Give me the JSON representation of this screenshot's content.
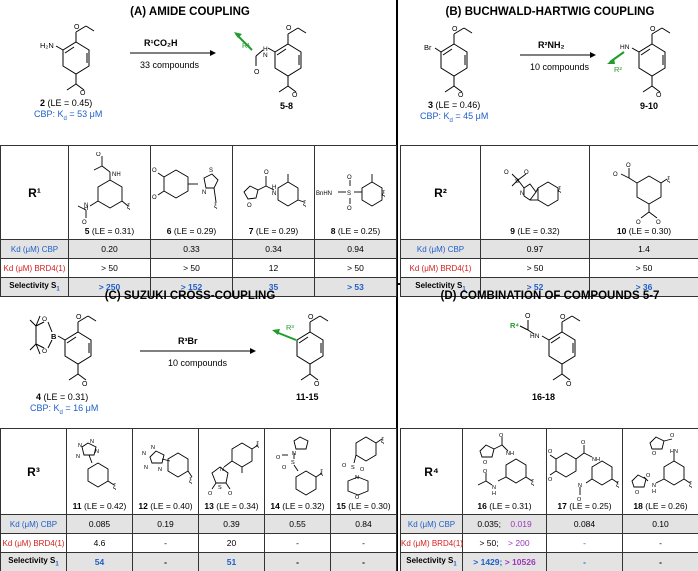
{
  "panel_a": {
    "title": "(A) AMIDE COUPLING",
    "reagent": "R¹CO₂H",
    "arrow_text": "33 compounds",
    "start_label_num": "2",
    "start_label_le": "(LE = 0.45)",
    "start_cbp": "CBP: K",
    "start_cbp_sub": "d",
    "start_cbp_val": "= 53 μM",
    "product_label": "5-8",
    "r_label": "R¹",
    "amine": "H₂N"
  },
  "panel_b": {
    "title": "(B) BUCHWALD-HARTWIG COUPLING",
    "reagent": "R²NH₂",
    "arrow_text": "10 compounds",
    "start_label_num": "3",
    "start_label_le": "(LE = 0.46)",
    "start_cbp": "CBP: K",
    "start_cbp_sub": "d",
    "start_cbp_val": "= 45 μM",
    "product_label": "9-10",
    "r_label": "R²",
    "halide": "Br",
    "nh": "HN"
  },
  "panel_c": {
    "title": "(C) SUZUKI CROSS-COUPLING",
    "reagent": "R³Br",
    "arrow_text": "10 compounds",
    "start_label_num": "4",
    "start_label_le": "(LE = 0.31)",
    "start_cbp": "CBP: K",
    "start_cbp_sub": "d",
    "start_cbp_val": "= 16 μM",
    "product_label": "11-15",
    "r_label": "R³",
    "boron": "B"
  },
  "panel_d": {
    "title": "(D) COMBINATION OF COMPOUNDS 5-7",
    "product_label": "16-18",
    "r_label": "R⁴",
    "nh": "HN"
  },
  "row_labels": {
    "kd_cbp": "Kd (μM) CBP",
    "kd_brd4": "Kd (μM) BRD4(1)",
    "selectivity": "Selectivity S",
    "selectivity_sub": "1"
  },
  "table_a": {
    "header": "R¹",
    "compounds": [
      {
        "num": "5",
        "le": "(LE = 0.31)",
        "cbp": "0.20",
        "brd4": "> 50",
        "sel": "> 250"
      },
      {
        "num": "6",
        "le": "(LE = 0.29)",
        "cbp": "0.33",
        "brd4": "> 50",
        "sel": "> 152"
      },
      {
        "num": "7",
        "le": "(LE = 0.29)",
        "cbp": "0.34",
        "brd4": "12",
        "sel": "35"
      },
      {
        "num": "8",
        "le": "(LE = 0.25)",
        "cbp": "0.94",
        "brd4": "> 50",
        "sel": "> 53"
      }
    ],
    "struct_text": {
      "bnhn": "BnHN",
      "s": "S",
      "n": "N",
      "nh": "NH"
    }
  },
  "table_b": {
    "header": "R²",
    "compounds": [
      {
        "num": "9",
        "le": "(LE = 0.32)",
        "cbp": "0.97",
        "brd4": "> 50",
        "sel": "> 52"
      },
      {
        "num": "10",
        "le": "(LE = 0.30)",
        "cbp": "1.4",
        "brd4": "> 50",
        "sel": "> 36"
      }
    ]
  },
  "table_c": {
    "header": "R³",
    "compounds": [
      {
        "num": "11",
        "le": "(LE = 0.42)",
        "cbp": "0.085",
        "brd4": "4.6",
        "sel": "54"
      },
      {
        "num": "12",
        "le": "(LE = 0.40)",
        "cbp": "0.19",
        "brd4": "-",
        "sel": "-"
      },
      {
        "num": "13",
        "le": "(LE = 0.34)",
        "cbp": "0.39",
        "brd4": "20",
        "sel": "51"
      },
      {
        "num": "14",
        "le": "(LE = 0.32)",
        "cbp": "0.55",
        "brd4": "-",
        "sel": "-"
      },
      {
        "num": "15",
        "le": "(LE = 0.30)",
        "cbp": "0.84",
        "brd4": "-",
        "sel": "-"
      }
    ]
  },
  "table_d": {
    "header": "R⁴",
    "compounds": [
      {
        "num": "16",
        "le": "(LE = 0.31)",
        "cbp_a": "0.035;",
        "cbp_b": "0.019",
        "brd4_a": "> 50;",
        "brd4_b": "> 200",
        "sel_a": "> 1429;",
        "sel_b": "> 10526"
      },
      {
        "num": "17",
        "le": "(LE = 0.25)",
        "cbp": "0.084",
        "brd4": "-",
        "sel": "-"
      },
      {
        "num": "18",
        "le": "(LE = 0.26)",
        "cbp": "0.10",
        "brd4": "-",
        "sel": "-"
      }
    ]
  },
  "colors": {
    "blue": "#1f5fc8",
    "red": "#d42020",
    "purple": "#9a38b8",
    "green": "#1e9c2c",
    "gray_row": "#e3e3e3"
  }
}
